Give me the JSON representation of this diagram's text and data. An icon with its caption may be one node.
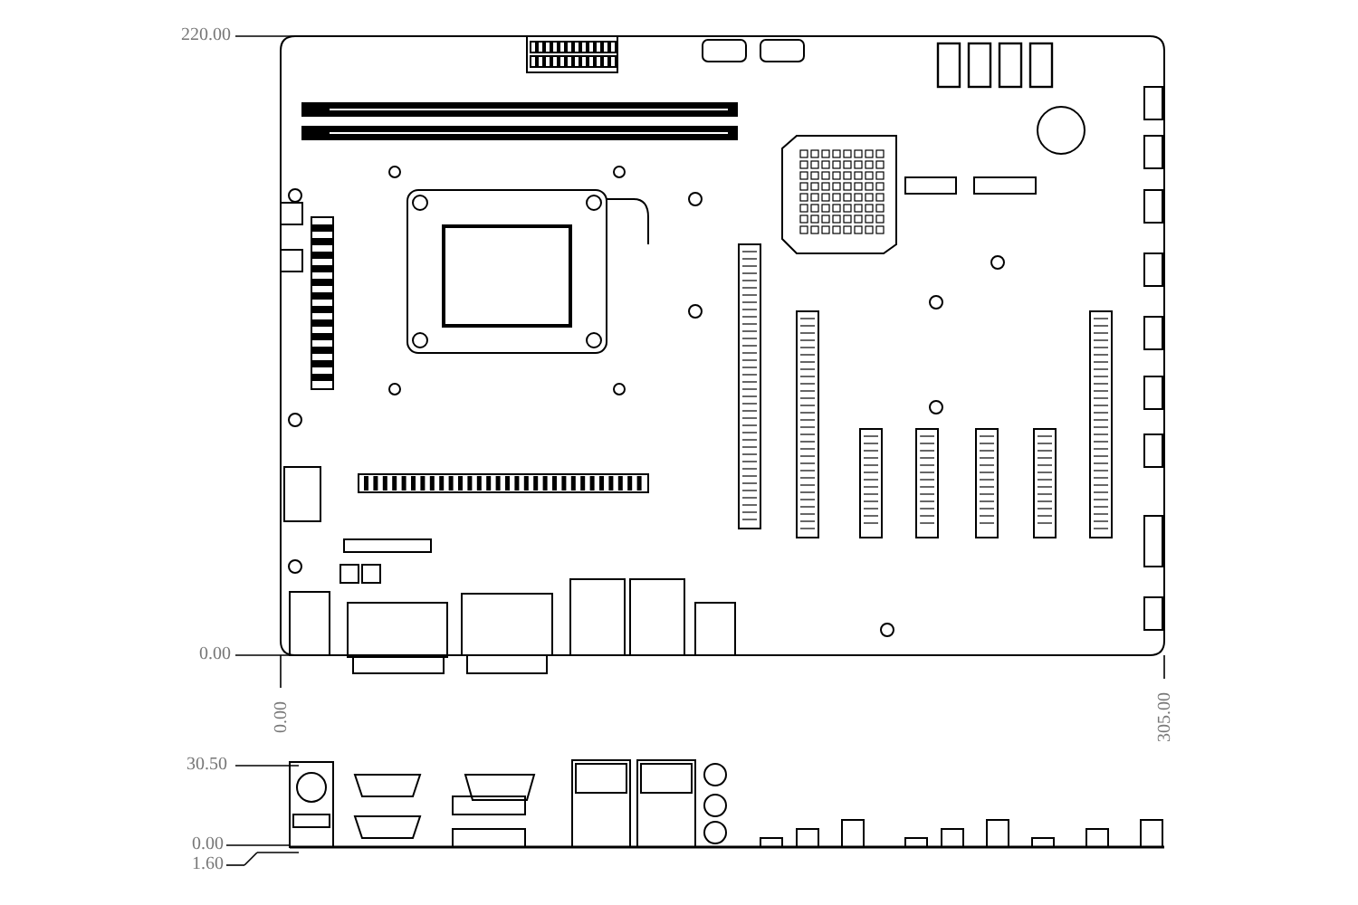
{
  "diagram": {
    "labels": [
      "220.00",
      "0.00",
      "0.00",
      "305.00",
      "30.50",
      "0.00",
      "1.60"
    ]
  }
}
